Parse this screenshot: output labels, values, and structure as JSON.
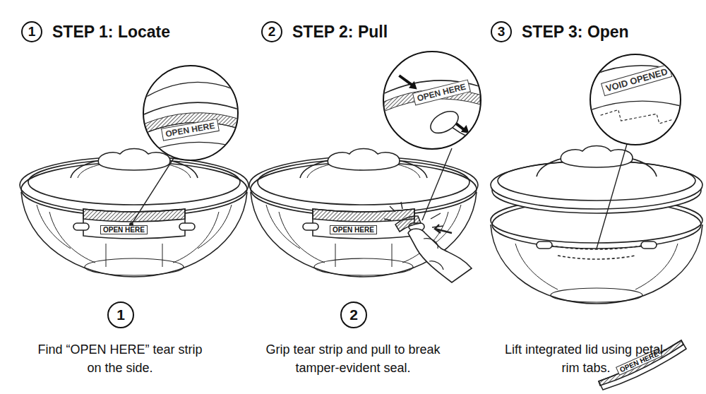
{
  "diagram": {
    "nodes": [
      {
        "text": [
          "1",
          "STEP 1: Locate"
        ]
      },
      {
        "text": [
          "2",
          "STEP 2: Pull"
        ]
      },
      {
        "text": [
          "3",
          "STEP 3: Open"
        ]
      },
      {
        "text": [
          "OPEN HERE"
        ]
      },
      {
        "text": [
          "OPEN HERE"
        ]
      },
      {
        "text": [
          "VOID OPENED"
        ]
      },
      {
        "text": [
          "1"
        ]
      },
      {
        "text": [
          "2"
        ]
      }
    ],
    "labels": [
      "OPEN HERE",
      "OPEN HERE",
      "OPEN HERE",
      "Find “OPEN HERE” tear strip on the side.",
      "Grip tear strip and pull to break tamper-evident seal.",
      "Lift integrated lid using petal-rim tabs."
    ]
  }
}
